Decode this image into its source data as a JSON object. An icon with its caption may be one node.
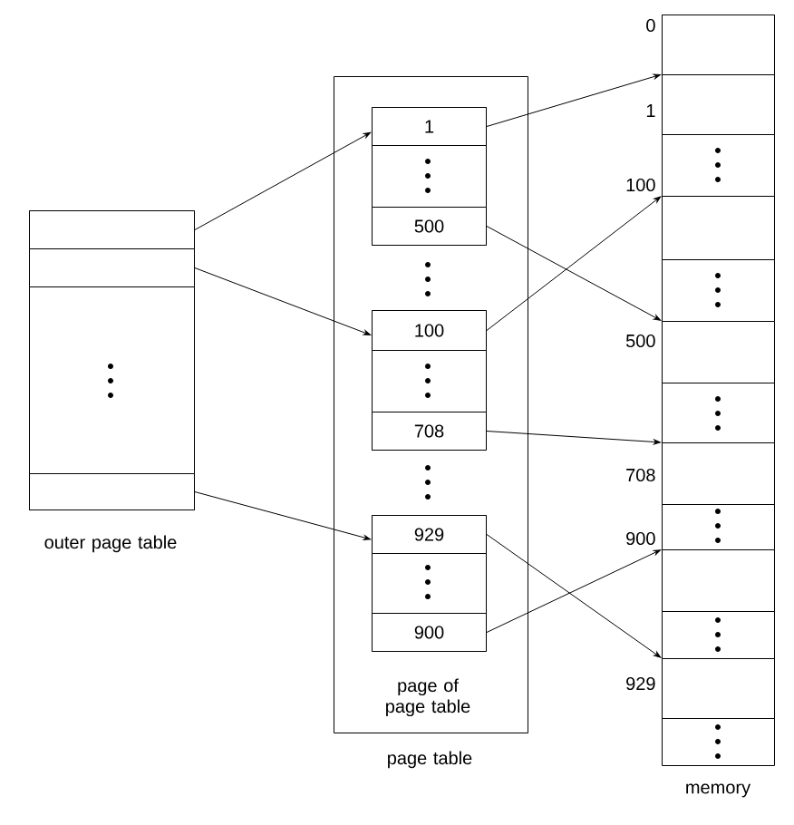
{
  "diagram": {
    "nodes": [
      {
        "text": [
          "outer page table"
        ]
      },
      {
        "text": [],
        "shape": "box",
        "in": 0
      },
      {
        "text": [],
        "shape": "box",
        "in": 0
      },
      {
        "text": [],
        "shape": "box",
        "in": 0
      },
      {
        "text": [
          "page table"
        ]
      },
      {
        "text": [],
        "shape": "box",
        "in": 4
      },
      {
        "text": [
          "1"
        ],
        "in": 5
      },
      {
        "text": [
          "500"
        ],
        "in": 5
      },
      {
        "text": [],
        "shape": "box",
        "in": 4
      },
      {
        "text": [
          "100"
        ],
        "in": 8
      },
      {
        "text": [
          "708"
        ],
        "in": 8
      },
      {
        "text": [
          "page of page table"
        ],
        "in": 4
      },
      {
        "text": [
          "929"
        ],
        "in": 11
      },
      {
        "text": [
          "900"
        ],
        "in": 11
      },
      {
        "text": [
          "memory"
        ]
      },
      {
        "text": [],
        "shape": "box",
        "in": 14,
        "beside": [
          "0"
        ]
      },
      {
        "text": [],
        "shape": "box",
        "in": 14,
        "beside": [
          "1"
        ]
      },
      {
        "text": [],
        "shape": "box",
        "in": 14,
        "beside": [
          "100"
        ]
      },
      {
        "text": [],
        "shape": "box",
        "in": 14,
        "beside": [
          "500"
        ]
      },
      {
        "text": [],
        "shape": "box",
        "in": 14,
        "beside": [
          "708"
        ]
      },
      {
        "text": [],
        "shape": "box",
        "in": 14,
        "beside": [
          "900"
        ]
      },
      {
        "text": [],
        "shape": "box",
        "in": 14,
        "beside": [
          "929"
        ]
      }
    ],
    "edges": [
      {
        "from": 1,
        "to": 5,
        "arrow": "to"
      },
      {
        "from": 2,
        "to": 8,
        "arrow": "to"
      },
      {
        "from": 3,
        "to": 11,
        "arrow": "to"
      },
      {
        "from": 6,
        "to": 16,
        "arrow": "to"
      },
      {
        "from": 7,
        "to": 18,
        "arrow": "to"
      },
      {
        "from": 9,
        "to": 17,
        "arrow": "to"
      },
      {
        "from": 10,
        "to": 19,
        "arrow": "to"
      },
      {
        "from": 12,
        "to": 21,
        "arrow": "to"
      },
      {
        "from": 13,
        "to": 20,
        "arrow": "to"
      }
    ]
  }
}
